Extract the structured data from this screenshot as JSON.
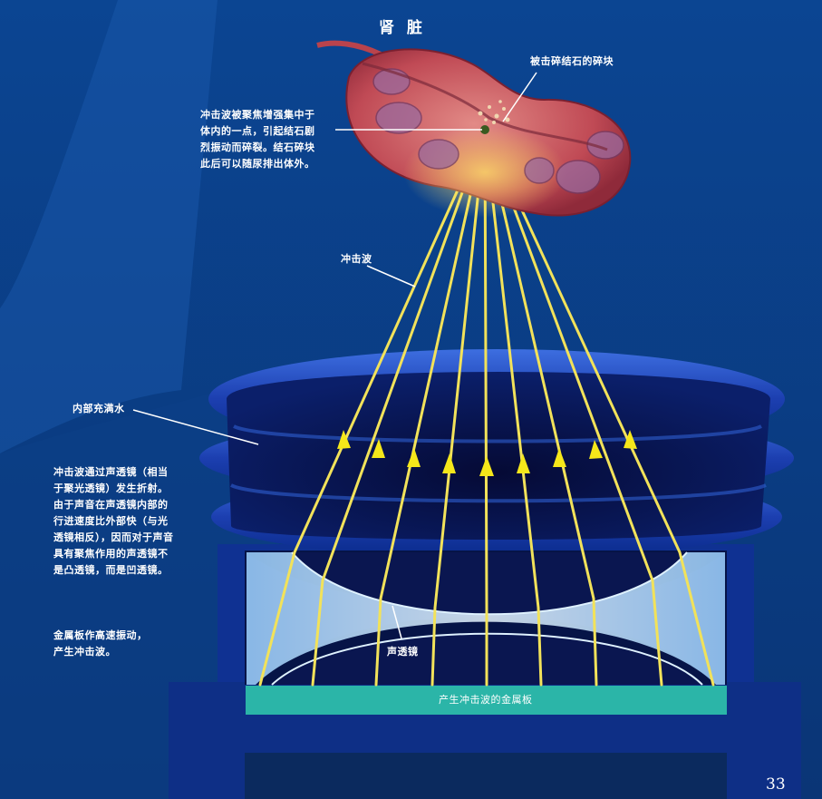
{
  "title": "肾 脏",
  "labels": {
    "fragments": "被击碎结石的碎块",
    "focus_line1": "冲击波被聚焦增强集中于",
    "focus_line2": "体内的一点，引起结石剧",
    "focus_line3": "烈振动而碎裂。结石碎块",
    "focus_line4": "此后可以随尿排出体外。",
    "shockwave": "冲击波",
    "water": "内部充满水",
    "lens_line1": "冲击波通过声透镜（相当",
    "lens_line2": "于聚光透镜）发生折射。",
    "lens_line3": "由于声音在声透镜内部的",
    "lens_line4": "行进速度比外部快（与光",
    "lens_line5": "透镜相反），因而对于声音",
    "lens_line6": "具有聚焦作用的声透镜不",
    "lens_line7": "是凸透镜，而是凹透镜。",
    "plate_line1": "金属板作高速振动，",
    "plate_line2": "产生冲击波。",
    "acoustic_lens": "声透镜",
    "metal_plate": "产生冲击波的金属板"
  },
  "page_number": "33",
  "colors": {
    "background": "#0a3f8c",
    "ray": "#f2e25a",
    "plate": "#2bb5a8",
    "kidney": "#b8404a"
  }
}
